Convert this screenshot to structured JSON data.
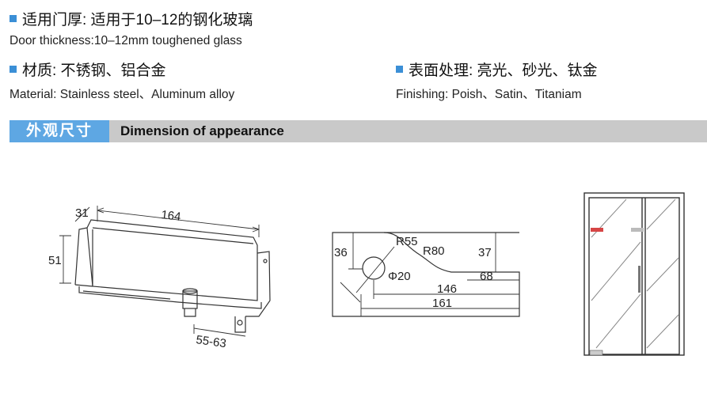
{
  "specs": {
    "door": {
      "zh": "适用门厚: 适用于10–12的钢化玻璃",
      "en": "Door thickness:10–12mm toughened glass"
    },
    "material": {
      "zh": "材质: 不锈钢、铝合金",
      "en": "Material: Stainless steel、Aluminum alloy"
    },
    "finishing": {
      "zh": "表面处理: 亮光、砂光、钛金",
      "en": "Finishing: Poish、Satin、Titaniam"
    }
  },
  "section": {
    "tag_zh": "外观尺寸",
    "title_en": "Dimension of appearance"
  },
  "drawing1": {
    "dim_thick": "31",
    "dim_length": "164",
    "dim_height": "51",
    "dim_range": "55-63"
  },
  "drawing2": {
    "r55": "R55",
    "r80": "R80",
    "d36": "36",
    "d37": "37",
    "phi": "Φ20",
    "d68": "68",
    "d146": "146",
    "d161": "161"
  },
  "colors": {
    "accent": "#5ea7e3",
    "bar": "#c9c9c9",
    "bullet": "#3b8fd6",
    "marker": "#d64545"
  }
}
